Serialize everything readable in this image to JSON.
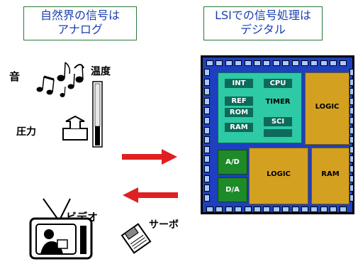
{
  "left_title": {
    "line1": "自然界の信号は",
    "line2": "アナログ"
  },
  "right_title": {
    "line1": "LSIでの信号処理は",
    "line2": "デジタル"
  },
  "analog_labels": {
    "sound": "音",
    "temperature": "温度",
    "pressure": "圧力",
    "video": "ビデオ",
    "servo": "サーボ"
  },
  "chip_blocks": {
    "int": "INT",
    "cpu": "CPU",
    "ref": "REF",
    "timer": "TIMER",
    "rom": "ROM",
    "sci": "SCI",
    "ram_small": "RAM",
    "logic_top": "LOGIC",
    "ad": "A/D",
    "da": "D/A",
    "logic_bottom": "LOGIC",
    "ram_big": "RAM"
  },
  "colors": {
    "title_text": "#1a3fb0",
    "title_border": "#2a7a3a",
    "arrow": "#e02020",
    "chip_bg": "#1e3fbf",
    "chip_pad": "#a9c8ff",
    "teal_block": "#2ec9a5",
    "logic_block": "#d4a020",
    "converter_block": "#1e8a2a"
  }
}
